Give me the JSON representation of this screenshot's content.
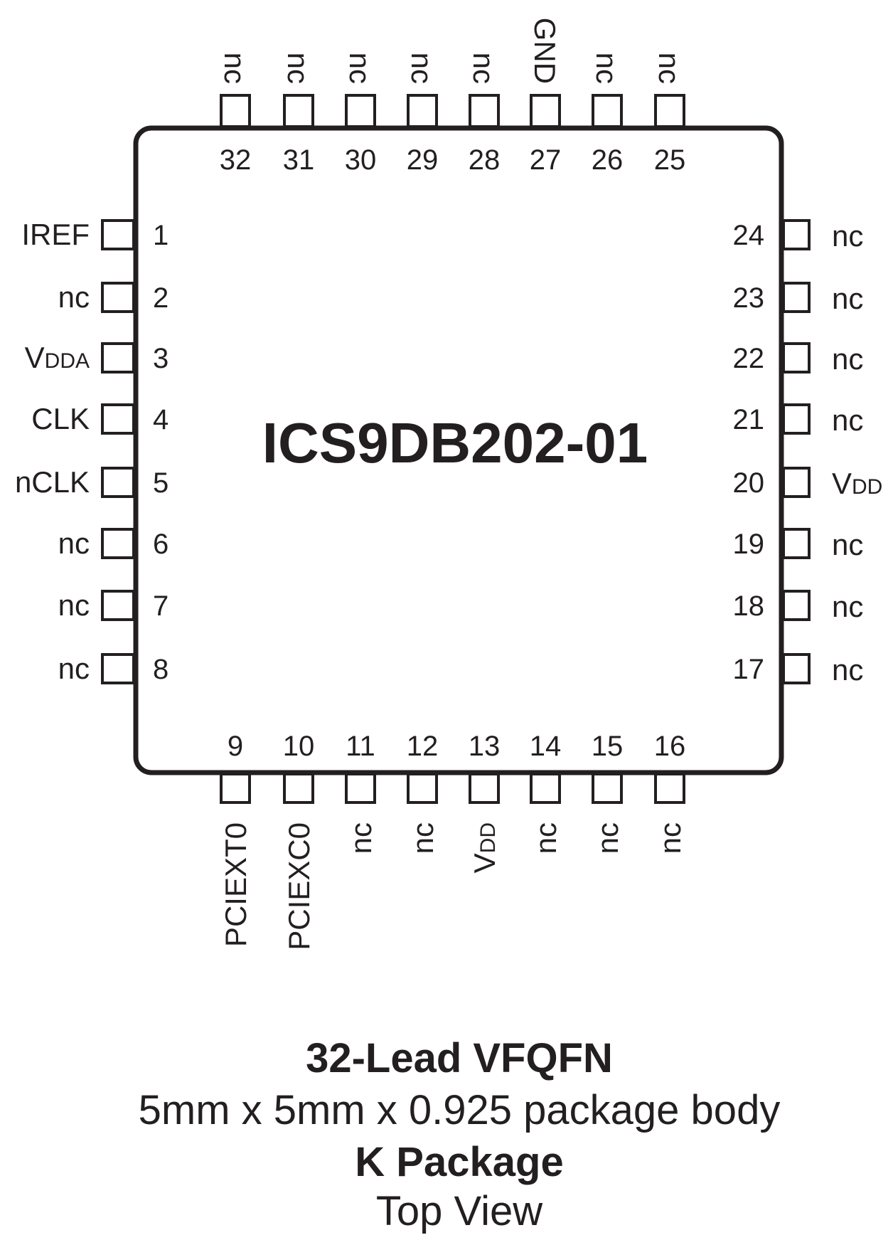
{
  "chip_name": "ICS9DB202-01",
  "colors": {
    "ink": "#231f20",
    "background": "#ffffff"
  },
  "pins": {
    "left": [
      {
        "n": "1",
        "name": "IREF"
      },
      {
        "n": "2",
        "name": "nc"
      },
      {
        "n": "3",
        "name": "V",
        "sub": "DDA"
      },
      {
        "n": "4",
        "name": "CLK"
      },
      {
        "n": "5",
        "name": "nCLK"
      },
      {
        "n": "6",
        "name": "nc"
      },
      {
        "n": "7",
        "name": "nc"
      },
      {
        "n": "8",
        "name": "nc"
      }
    ],
    "bottom": [
      {
        "n": "9",
        "name": "PCIEXT0"
      },
      {
        "n": "10",
        "name": "PCIEXC0"
      },
      {
        "n": "11",
        "name": "nc"
      },
      {
        "n": "12",
        "name": "nc"
      },
      {
        "n": "13",
        "name": "V",
        "sub": "DD"
      },
      {
        "n": "14",
        "name": "nc"
      },
      {
        "n": "15",
        "name": "nc"
      },
      {
        "n": "16",
        "name": "nc"
      }
    ],
    "right": [
      {
        "n": "24",
        "name": "nc"
      },
      {
        "n": "23",
        "name": "nc"
      },
      {
        "n": "22",
        "name": "nc"
      },
      {
        "n": "21",
        "name": "nc"
      },
      {
        "n": "20",
        "name": "V",
        "sub": "DD"
      },
      {
        "n": "19",
        "name": "nc"
      },
      {
        "n": "18",
        "name": "nc"
      },
      {
        "n": "17",
        "name": "nc"
      }
    ],
    "top": [
      {
        "n": "32",
        "name": "nc"
      },
      {
        "n": "31",
        "name": "nc"
      },
      {
        "n": "30",
        "name": "nc"
      },
      {
        "n": "29",
        "name": "nc"
      },
      {
        "n": "28",
        "name": "nc"
      },
      {
        "n": "27",
        "name": "GND"
      },
      {
        "n": "26",
        "name": "nc"
      },
      {
        "n": "25",
        "name": "nc"
      }
    ]
  },
  "caption": {
    "line1": "32-Lead VFQFN",
    "line2": "5mm x 5mm x 0.925 package body",
    "line3": "K Package",
    "line4": "Top View"
  }
}
